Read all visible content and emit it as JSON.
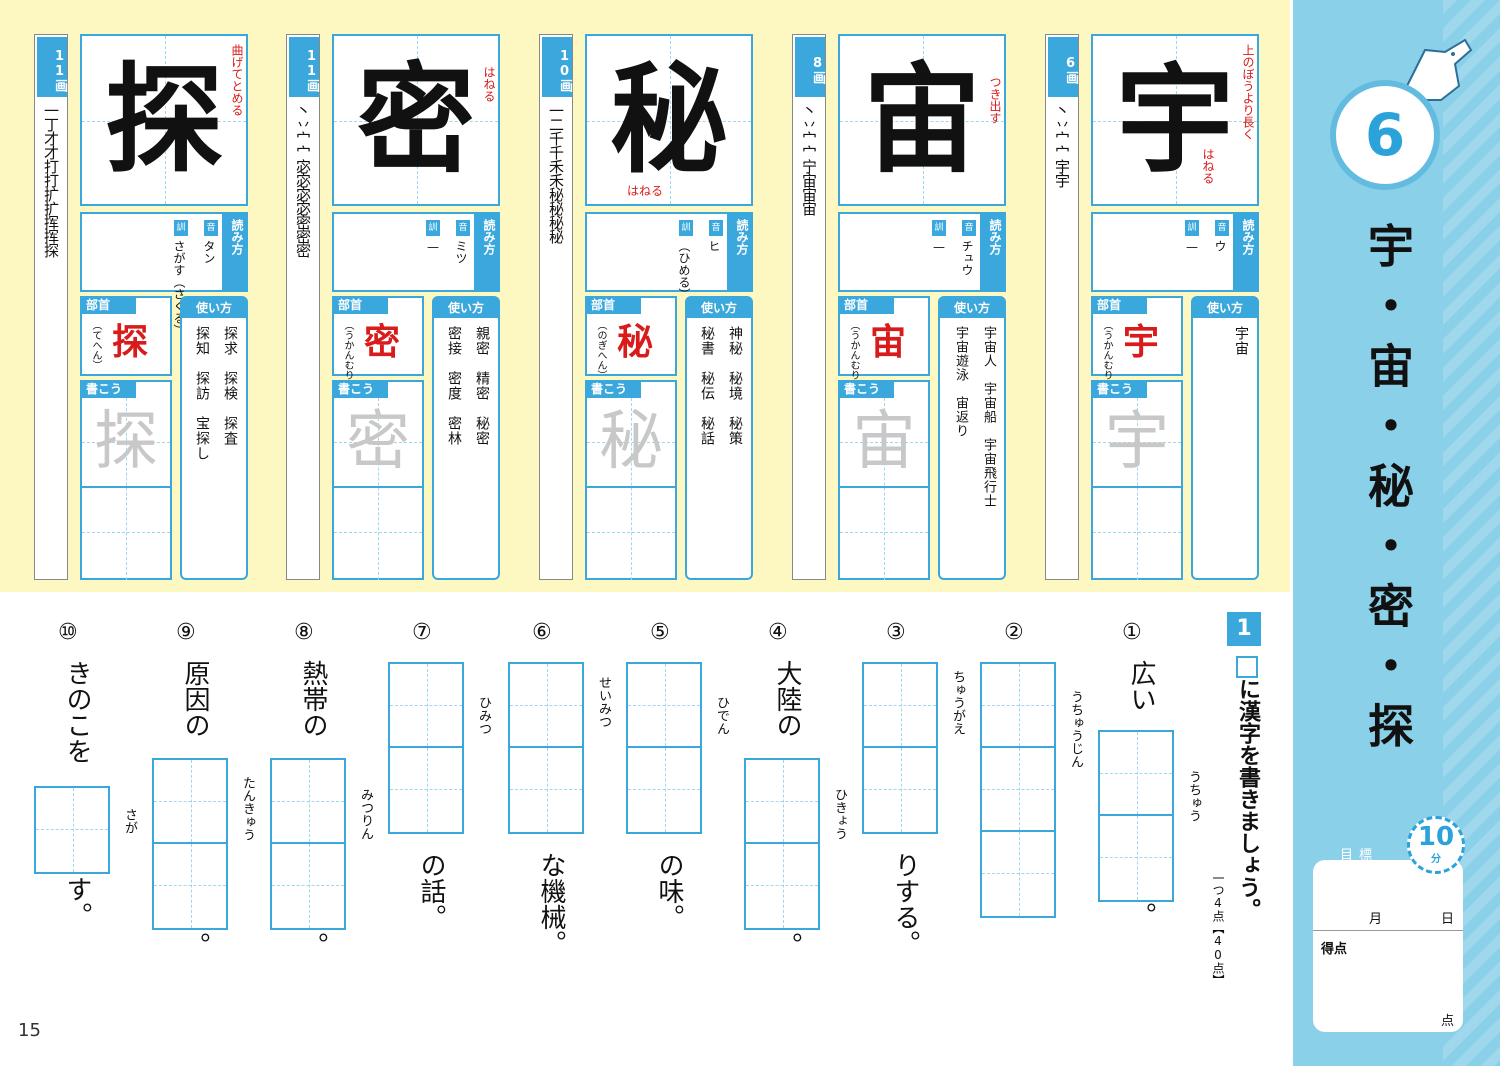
{
  "page_number": "15",
  "lesson": {
    "number": "6",
    "title": "宇・宙・秘・密・探"
  },
  "score": {
    "goal_label": "目標",
    "time_value": "10",
    "time_unit": "分",
    "month": "月",
    "day": "日",
    "points_label": "得点",
    "point_unit": "点"
  },
  "labels": {
    "reading": "読み方",
    "on": "音",
    "kun": "訓",
    "bushu": "部首",
    "write": "書こう",
    "usage": "使い方"
  },
  "cards": [
    {
      "kanji": "探",
      "strokes": "11画",
      "sequence": "一丁才才打打扩扩挥挥探",
      "note": "曲げてとめる",
      "on": "タン",
      "kun": "さがす（さぐる）",
      "bushu_name": "（てへん）",
      "bushu_char": "扌",
      "usage": [
        "探求　探検　探査",
        "探知　探訪　宝探し"
      ]
    },
    {
      "kanji": "密",
      "strokes": "11画",
      "sequence": "丶丷宀宀宓宓宓宓密密密",
      "note": "はねる",
      "on": "ミツ",
      "kun": "—",
      "bushu_name": "（うかんむり）",
      "bushu_char": "宀",
      "usage": [
        "親密　精密　秘密",
        "密接　密度　密林"
      ]
    },
    {
      "kanji": "秘",
      "strokes": "10画",
      "sequence": "一二千千禾禾秘秘秘秘",
      "note": "はねる",
      "on": "ヒ",
      "kun": "（ひめる）",
      "bushu_name": "（のぎへん）",
      "bushu_char": "禾",
      "usage": [
        "神秘　秘境　秘策",
        "秘書　秘伝　秘話"
      ]
    },
    {
      "kanji": "宙",
      "strokes": "8画",
      "sequence": "丶丷宀宀宁宙宙宙",
      "note": "つき出す",
      "on": "チュウ",
      "kun": "—",
      "bushu_name": "（うかんむり）",
      "bushu_char": "宀",
      "usage": [
        "宇宙人　宇宙船　宇宙飛行士",
        "宇宙遊泳　宙返り"
      ]
    },
    {
      "kanji": "宇",
      "strokes": "6画",
      "sequence": "丶丷宀宀宇宇",
      "note": "上のぼうより長く",
      "note2": "はねる",
      "on": "ウ",
      "kun": "—",
      "bushu_name": "（うかんむり）",
      "bushu_char": "宀",
      "usage": [
        "宇宙"
      ]
    }
  ],
  "question": {
    "number": "1",
    "instruction": "に漢字を書きましょう。",
    "points": "一つ4点【40点】",
    "items": [
      {
        "num": "①",
        "before": "広い",
        "furigana": "うちゅう",
        "after": "。"
      },
      {
        "num": "②",
        "before": "",
        "furigana": "うちゅうじん",
        "after": ""
      },
      {
        "num": "③",
        "before": "",
        "furigana": "ちゅうがえ",
        "after": "りする。"
      },
      {
        "num": "④",
        "before": "大陸の",
        "furigana": "ひきょう",
        "after": "。"
      },
      {
        "num": "⑤",
        "before": "",
        "furigana": "ひでん",
        "after": "の味。"
      },
      {
        "num": "⑥",
        "before": "",
        "furigana": "せいみつ",
        "after": "な機械。"
      },
      {
        "num": "⑦",
        "before": "",
        "furigana": "ひみつ",
        "after": "の話。"
      },
      {
        "num": "⑧",
        "before": "熱帯の",
        "furigana": "みつりん",
        "after": "。"
      },
      {
        "num": "⑨",
        "before": "原因の",
        "furigana": "たんきゅう",
        "after": "。"
      },
      {
        "num": "⑩",
        "before": "きのこを",
        "furigana": "さが",
        "after": "す。"
      }
    ]
  },
  "colors": {
    "accent": "#3aa7dd",
    "sidebar": "#8ad0e8",
    "panel": "#fdf8c2",
    "red": "#d81b1b"
  }
}
